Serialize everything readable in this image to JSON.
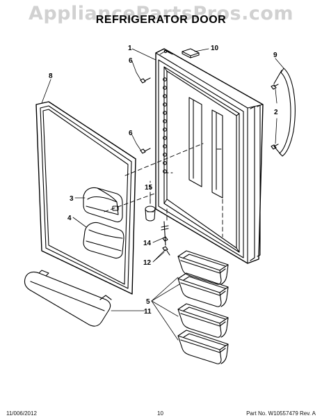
{
  "watermark": "AppliancePartsPros.com",
  "title": "REFRIGERATOR DOOR",
  "footer": {
    "date": "11/006/2012",
    "page": "10",
    "part": "Part No. W10557479  Rev. A"
  },
  "callouts": {
    "c1": "1",
    "c2": "2",
    "c3": "3",
    "c4": "4",
    "c5": "5",
    "c6a": "6",
    "c6b": "6",
    "c8": "8",
    "c9": "9",
    "c10": "10",
    "c11": "11",
    "c12": "12",
    "c14": "14",
    "c15": "15"
  }
}
